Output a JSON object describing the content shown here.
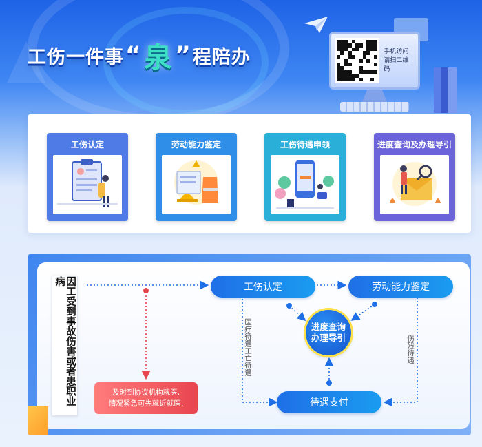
{
  "banner": {
    "title_pre": "工伤一件事",
    "quote_open": "“",
    "title_highlight": "泉",
    "quote_close": "”",
    "title_post": "程陪办",
    "qr_hint_line1": "手机访问",
    "qr_hint_line2": "请扫二维码"
  },
  "cards": [
    {
      "label": "工伤认定",
      "illustration": "clipboard-icon"
    },
    {
      "label": "劳动能力鉴定",
      "illustration": "safety-helmet-icon"
    },
    {
      "label": "工伤待遇申领",
      "illustration": "phone-payment-icon"
    },
    {
      "label": "进度查询及办理导引",
      "illustration": "magnifier-envelope-icon"
    }
  ],
  "flow": {
    "origin_label": "因工受到事故伤害或者患职业病",
    "node_injury_recognition": "工伤认定",
    "node_ability_appraisal": "劳动能力鉴定",
    "node_benefit_payment": "待遇支付",
    "center_line1": "进度查询",
    "center_line2": "办理导引",
    "medical_note_line1": "及时到协议机构就医,",
    "medical_note_line2": "情况紧急可先就近就医.",
    "left_branch_text": "医疗待遇工亡待遇",
    "right_branch_text": "伤残待遇"
  },
  "colors": {
    "primary": "#1f6fe6",
    "accent_red": "#e8454f",
    "highlight": "#3de0c5",
    "yellow": "#ffe24a"
  }
}
